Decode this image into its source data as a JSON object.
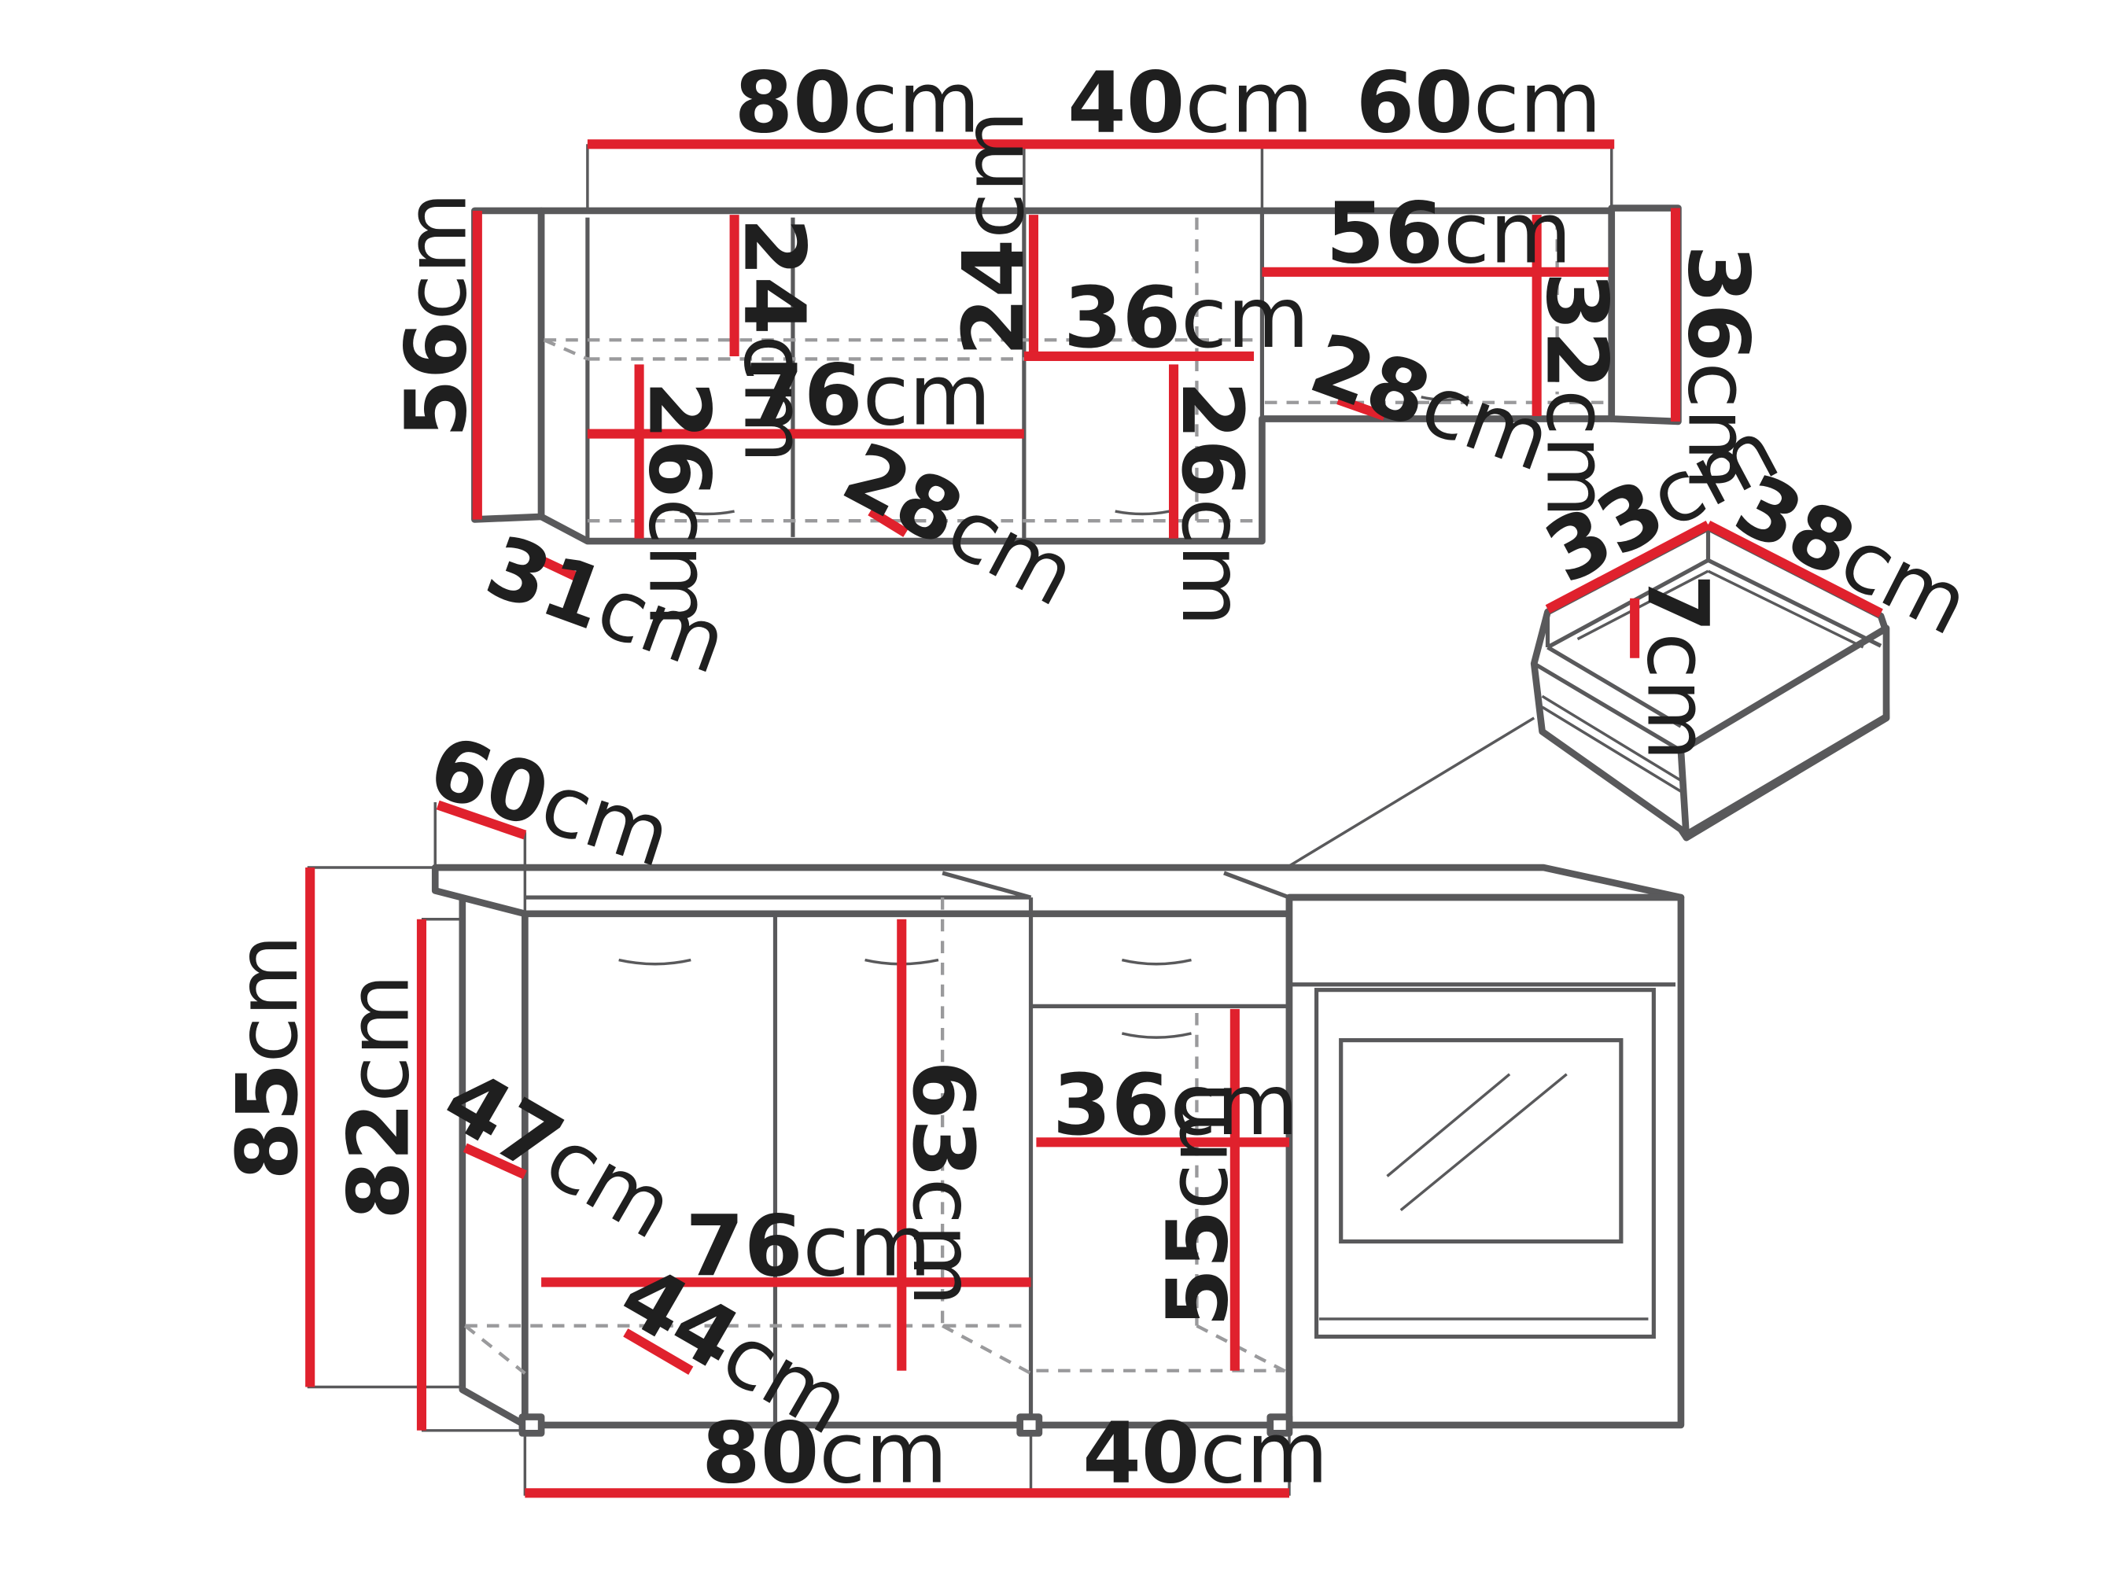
{
  "dimensions": {
    "top_w80": {
      "num": "80",
      "unit": "cm"
    },
    "top_w40": {
      "num": "40",
      "unit": "cm"
    },
    "top_w60": {
      "num": "60",
      "unit": "cm"
    },
    "upper_h56": {
      "num": "56",
      "unit": "cm"
    },
    "upper_d31": {
      "num": "31",
      "unit": "cm"
    },
    "upper_80_int_h24": {
      "num": "24",
      "unit": "cm"
    },
    "upper_40_int_h24": {
      "num": "24",
      "unit": "cm"
    },
    "upper_40_int_w36": {
      "num": "36",
      "unit": "cm"
    },
    "upper_60_int_w56": {
      "num": "56",
      "unit": "cm"
    },
    "upper_60_int_h32": {
      "num": "32",
      "unit": "cm"
    },
    "upper_60_h36": {
      "num": "36",
      "unit": "cm"
    },
    "upper_60_int_d28": {
      "num": "28",
      "unit": "cm"
    },
    "upper_80_int_w76": {
      "num": "76",
      "unit": "cm"
    },
    "upper_80_int_h26": {
      "num": "26",
      "unit": "cm"
    },
    "upper_80_int_d28": {
      "num": "28",
      "unit": "cm"
    },
    "upper_40_int_h26": {
      "num": "26",
      "unit": "cm"
    },
    "drawer_w33": {
      "num": "33",
      "unit": "cm"
    },
    "drawer_d38": {
      "num": "38",
      "unit": "cm"
    },
    "drawer_h7": {
      "num": "7",
      "unit": "cm"
    },
    "base_d60": {
      "num": "60",
      "unit": "cm"
    },
    "base_h85": {
      "num": "85",
      "unit": "cm"
    },
    "base_h82": {
      "num": "82",
      "unit": "cm"
    },
    "base_d47": {
      "num": "47",
      "unit": "cm"
    },
    "base_80_int_h63": {
      "num": "63",
      "unit": "cm"
    },
    "base_80_int_w76": {
      "num": "76",
      "unit": "cm"
    },
    "base_80_int_d44": {
      "num": "44",
      "unit": "cm"
    },
    "base_40_int_w36": {
      "num": "36",
      "unit": "cm"
    },
    "base_40_int_h55": {
      "num": "55",
      "unit": "cm"
    },
    "bottom_w80": {
      "num": "80",
      "unit": "cm"
    },
    "bottom_w40": {
      "num": "40",
      "unit": "cm"
    }
  },
  "colors": {
    "dimension_line": "#e0212d",
    "outline": "#59595b",
    "hidden_line": "#9a9a9c",
    "label_text": "#1f1f1f",
    "background": "#ffffff"
  }
}
